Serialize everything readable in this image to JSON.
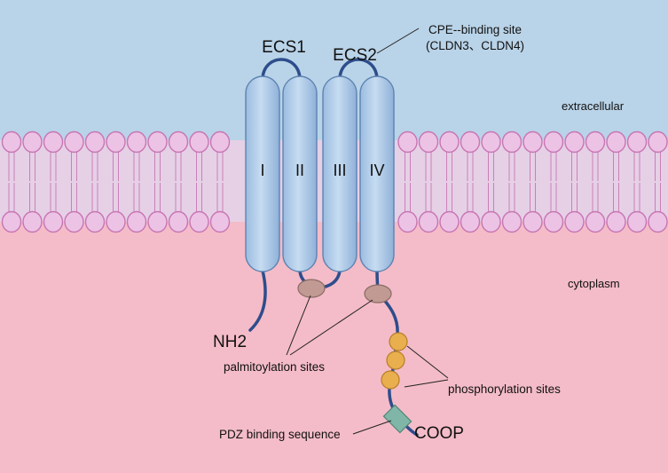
{
  "regions": {
    "extracellular": "extracellular",
    "cytoplasm": "cytoplasm"
  },
  "domains": {
    "tm1": "I",
    "tm2": "II",
    "tm3": "III",
    "tm4": "IV"
  },
  "loops": {
    "ecs1": "ECS1",
    "ecs2": "ECS2"
  },
  "annotations": {
    "cpe_line1": "CPE--binding site",
    "cpe_line2": "(CLDN3、CLDN4)",
    "nh2": "NH2",
    "coop": "COOP",
    "palmitoylation": "palmitoylation sites",
    "phosphorylation": "phosphorylation sites",
    "pdz": "PDZ binding sequence"
  },
  "colors": {
    "extracellular_bg": "#b9d3e8",
    "cytoplasm_bg": "#f4bcc8",
    "membrane_core": "#e6d0e6",
    "lipid_head": "#edc3e5",
    "lipid_edge": "#c776b4",
    "helix_fill": "#b5cfe9",
    "helix_edge": "#5d83b2",
    "chain": "#2e4d8c",
    "palmitoyl": "#c09a93",
    "phospho": "#e9ae4e",
    "pdz": "#7fb6a8"
  }
}
